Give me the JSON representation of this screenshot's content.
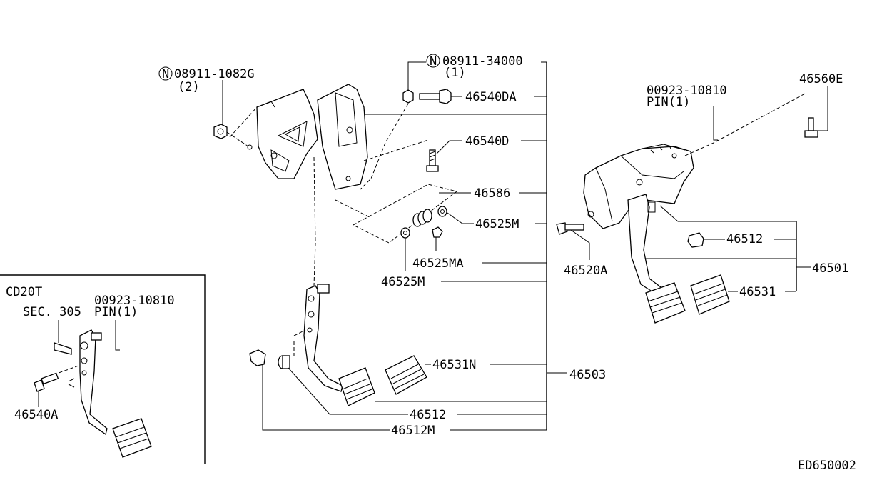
{
  "labels": {
    "p08911_1082g": "08911-1082G",
    "p08911_1082g_qty": "(2)",
    "p08911_34000": "08911-34000",
    "p08911_34000_qty": "(1)",
    "n_marker": "N",
    "p46540da": "46540DA",
    "p46540d": "46540D",
    "p46586": "46586",
    "p46525m_upper": "46525M",
    "p46525ma": "46525MA",
    "p46525m_lower": "46525M",
    "p46531n": "46531N",
    "p46503": "46503",
    "p46512_left": "46512",
    "p46512m": "46512M",
    "p00923_10810_right": "00923-10810",
    "pin_right": "PIN(1)",
    "p46560e": "46560E",
    "p46520a": "46520A",
    "p46512_right": "46512",
    "p46501": "46501",
    "p46531": "46531"
  },
  "inset": {
    "title": "CD20T",
    "sec": "SEC. 305",
    "part_no": "00923-10810",
    "pin": "PIN(1)",
    "p46540a": "46540A"
  },
  "figure_id": "ED650002"
}
